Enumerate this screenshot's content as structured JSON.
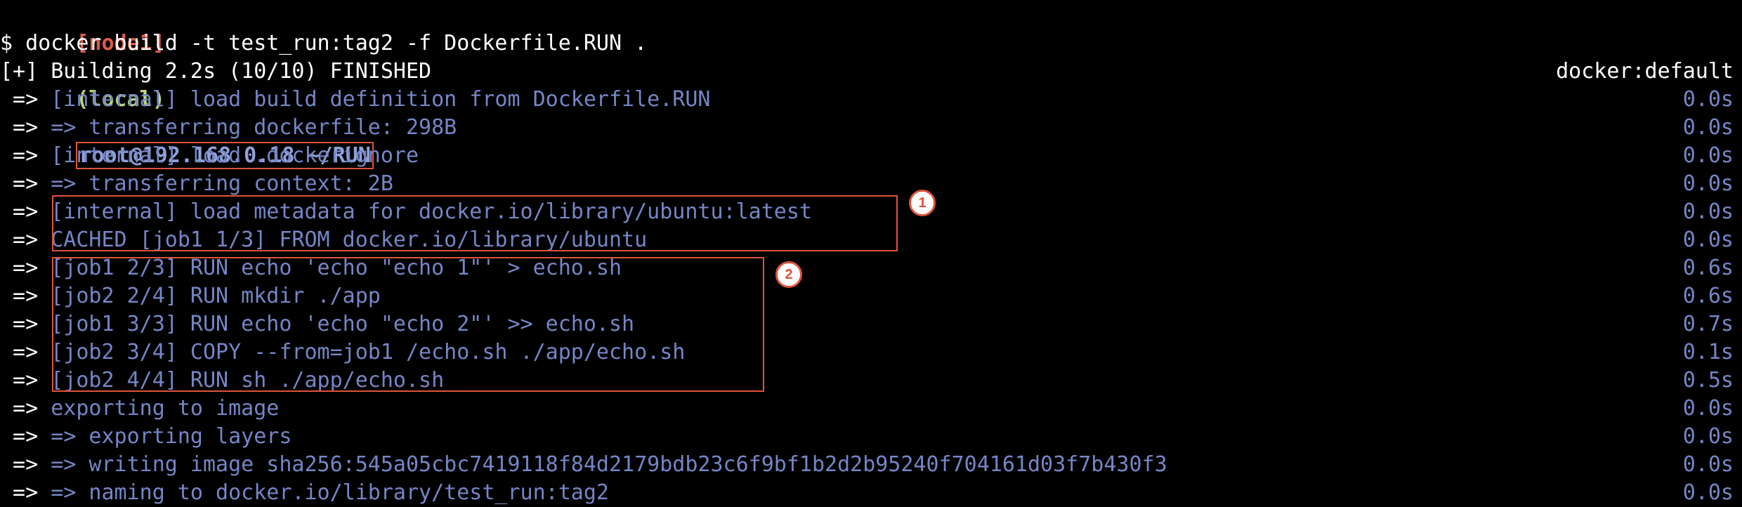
{
  "prompt": {
    "node": "[node1]",
    "local": "(local)",
    "user_path": "root@192.168.0.18 ~/RUN"
  },
  "command": "$ docker build -t test_run:tag2 -f Dockerfile.RUN .",
  "header": {
    "status": "[+] Building 2.2s (10/10) FINISHED",
    "context": "docker:default"
  },
  "lines": [
    {
      "arrow": " => ",
      "text": "[internal] load build definition from Dockerfile.RUN",
      "time": "0.0s",
      "style": "dim"
    },
    {
      "arrow": " => ",
      "text": "=> transferring dockerfile: 298B",
      "time": "0.0s",
      "style": "dim"
    },
    {
      "arrow": " => ",
      "text": "[internal] load .dockerignore",
      "time": "0.0s",
      "style": "dim"
    },
    {
      "arrow": " => ",
      "text": "=> transferring context: 2B",
      "time": "0.0s",
      "style": "dim"
    },
    {
      "arrow": " => ",
      "text": "[internal] load metadata for docker.io/library/ubuntu:latest",
      "time": "0.0s",
      "style": "dim"
    },
    {
      "arrow": " => ",
      "text": "CACHED [job1 1/3] FROM docker.io/library/ubuntu",
      "time": "0.0s",
      "style": "dim"
    },
    {
      "arrow": " => ",
      "text": "[job1 2/3] RUN echo 'echo \"echo 1\"' > echo.sh",
      "time": "0.6s",
      "style": "dim"
    },
    {
      "arrow": " => ",
      "text": "[job2 2/4] RUN mkdir ./app",
      "time": "0.6s",
      "style": "dim"
    },
    {
      "arrow": " => ",
      "text": "[job1 3/3] RUN echo 'echo \"echo 2\"' >> echo.sh",
      "time": "0.7s",
      "style": "dim"
    },
    {
      "arrow": " => ",
      "text": "[job2 3/4] COPY --from=job1 /echo.sh ./app/echo.sh",
      "time": "0.1s",
      "style": "dim"
    },
    {
      "arrow": " => ",
      "text": "[job2 4/4] RUN sh ./app/echo.sh",
      "time": "0.5s",
      "style": "dim"
    },
    {
      "arrow": " => ",
      "text": "exporting to image",
      "time": "0.0s",
      "style": "dim"
    },
    {
      "arrow": " => ",
      "text": "=> exporting layers",
      "time": "0.0s",
      "style": "dim"
    },
    {
      "arrow": " => ",
      "text": "=> writing image sha256:545a05cbc7419118f84d2179bdb23c6f9bf1b2d2b95240f704161d03f7b430f3",
      "time": "0.0s",
      "style": "dim"
    },
    {
      "arrow": " => ",
      "text": "=> naming to docker.io/library/test_run:tag2",
      "time": "0.0s",
      "style": "dim"
    }
  ],
  "annotations": {
    "badge_1": "1",
    "badge_2": "2"
  },
  "colors": {
    "background": "#000000",
    "dim_text": "#7486c6",
    "highlight_border": "#e0533a",
    "node_prompt": "#e05a4a",
    "local_prompt": "#b6d77a"
  }
}
